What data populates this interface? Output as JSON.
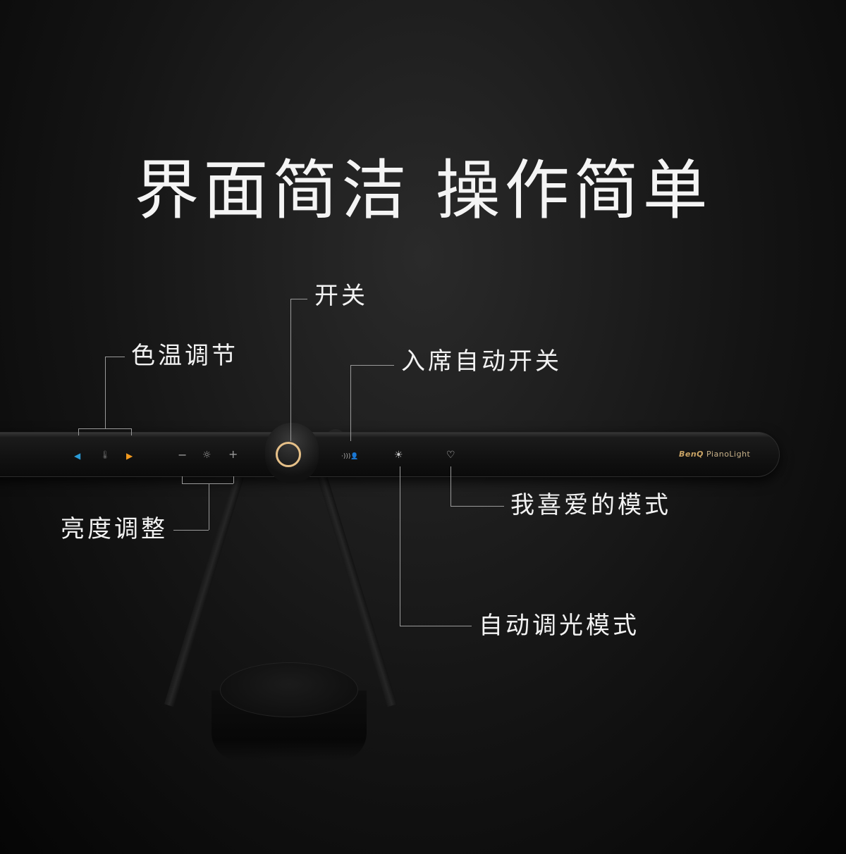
{
  "headline": "界面简洁  操作简单",
  "labels": {
    "power": "开关",
    "color_temp": "色温调节",
    "presence": "入席自动开关",
    "brightness": "亮度调整",
    "favorite": "我喜爱的模式",
    "auto_dim": "自动调光模式"
  },
  "lamp": {
    "brand": "BenQ",
    "model": "PianoLight",
    "controls": {
      "cool_arrow": "◀",
      "thermo_icon": "🌡",
      "warm_arrow": "▶",
      "minus": "−",
      "sun": "☼",
      "plus": "+",
      "presence_icon": "·)))👤",
      "auto_icon": "☀",
      "heart": "♡"
    }
  },
  "colors": {
    "background": "#0a0a0a",
    "accent_gold": "#e6c088",
    "arrow_cool": "#2a9ad6",
    "arrow_warm": "#f39a1e"
  }
}
